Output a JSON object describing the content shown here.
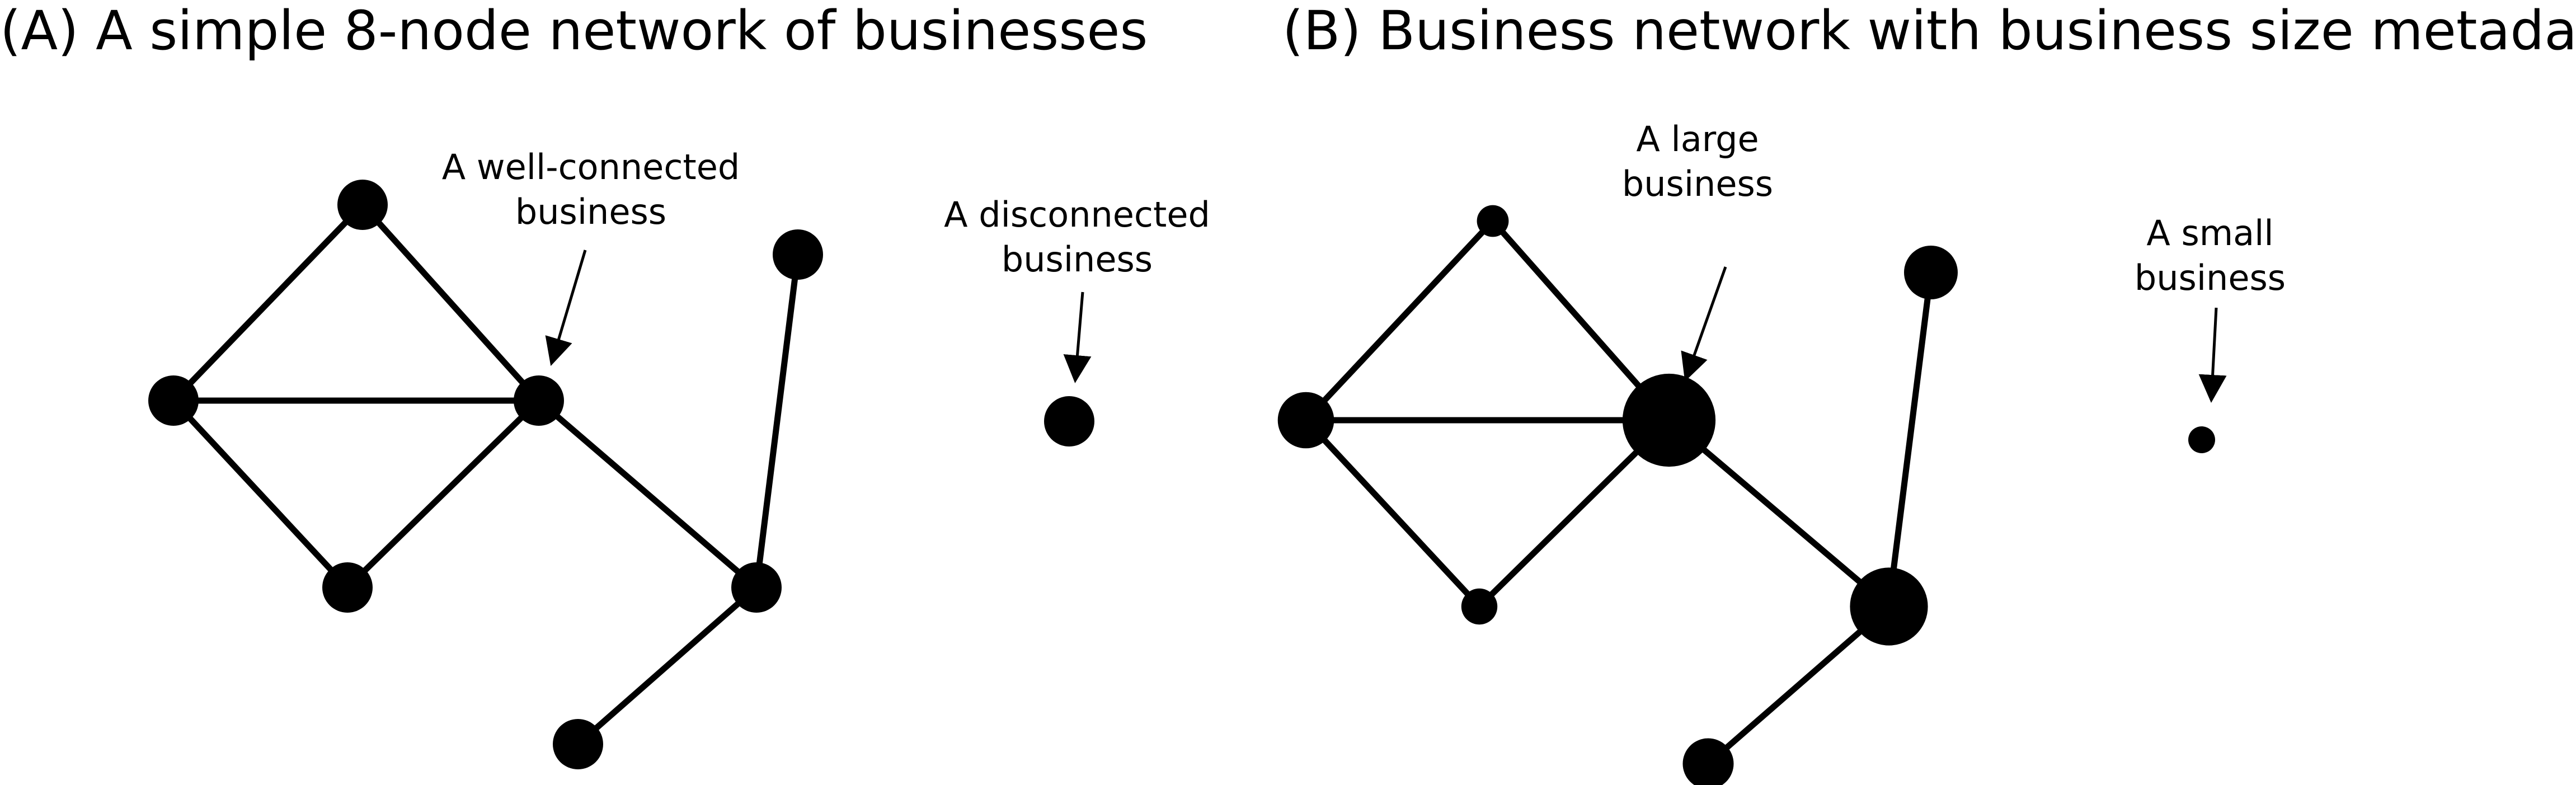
{
  "colors": {
    "ink": "#000000",
    "background": "#ffffff"
  },
  "panels": [
    {
      "id": "A",
      "title": "(A) A simple 8-node network of businesses",
      "nodes": [
        {
          "id": "top",
          "size": 1
        },
        {
          "id": "left",
          "size": 1
        },
        {
          "id": "hub",
          "size": 1
        },
        {
          "id": "bottom",
          "size": 1
        },
        {
          "id": "right-mid",
          "size": 1
        },
        {
          "id": "right-top",
          "size": 1
        },
        {
          "id": "bottom-right",
          "size": 1
        },
        {
          "id": "isolated",
          "size": 1
        }
      ],
      "edges": [
        [
          "top",
          "left"
        ],
        [
          "top",
          "hub"
        ],
        [
          "left",
          "hub"
        ],
        [
          "left",
          "bottom"
        ],
        [
          "bottom",
          "hub"
        ],
        [
          "hub",
          "right-mid"
        ],
        [
          "right-mid",
          "right-top"
        ],
        [
          "right-mid",
          "bottom-right"
        ]
      ],
      "annotations": [
        {
          "lines": [
            "A well-connected",
            "business"
          ],
          "target": "hub"
        },
        {
          "lines": [
            "A disconnected",
            "business"
          ],
          "target": "isolated"
        }
      ]
    },
    {
      "id": "B",
      "title": "(B) Business network with business size metadata",
      "nodes": [
        {
          "id": "top",
          "size": 0.35
        },
        {
          "id": "left",
          "size": 1.1
        },
        {
          "id": "hub",
          "size": 3.0
        },
        {
          "id": "bottom",
          "size": 0.45
        },
        {
          "id": "right-mid",
          "size": 2.1
        },
        {
          "id": "right-top",
          "size": 1.0
        },
        {
          "id": "bottom-right",
          "size": 0.9
        },
        {
          "id": "isolated",
          "size": 0.25
        }
      ],
      "edges": [
        [
          "top",
          "left"
        ],
        [
          "top",
          "hub"
        ],
        [
          "left",
          "hub"
        ],
        [
          "left",
          "bottom"
        ],
        [
          "bottom",
          "hub"
        ],
        [
          "hub",
          "right-mid"
        ],
        [
          "right-mid",
          "right-top"
        ],
        [
          "right-mid",
          "bottom-right"
        ]
      ],
      "annotations": [
        {
          "lines": [
            "A large",
            "business"
          ],
          "target": "hub"
        },
        {
          "lines": [
            "A small",
            "business"
          ],
          "target": "isolated"
        }
      ]
    }
  ]
}
